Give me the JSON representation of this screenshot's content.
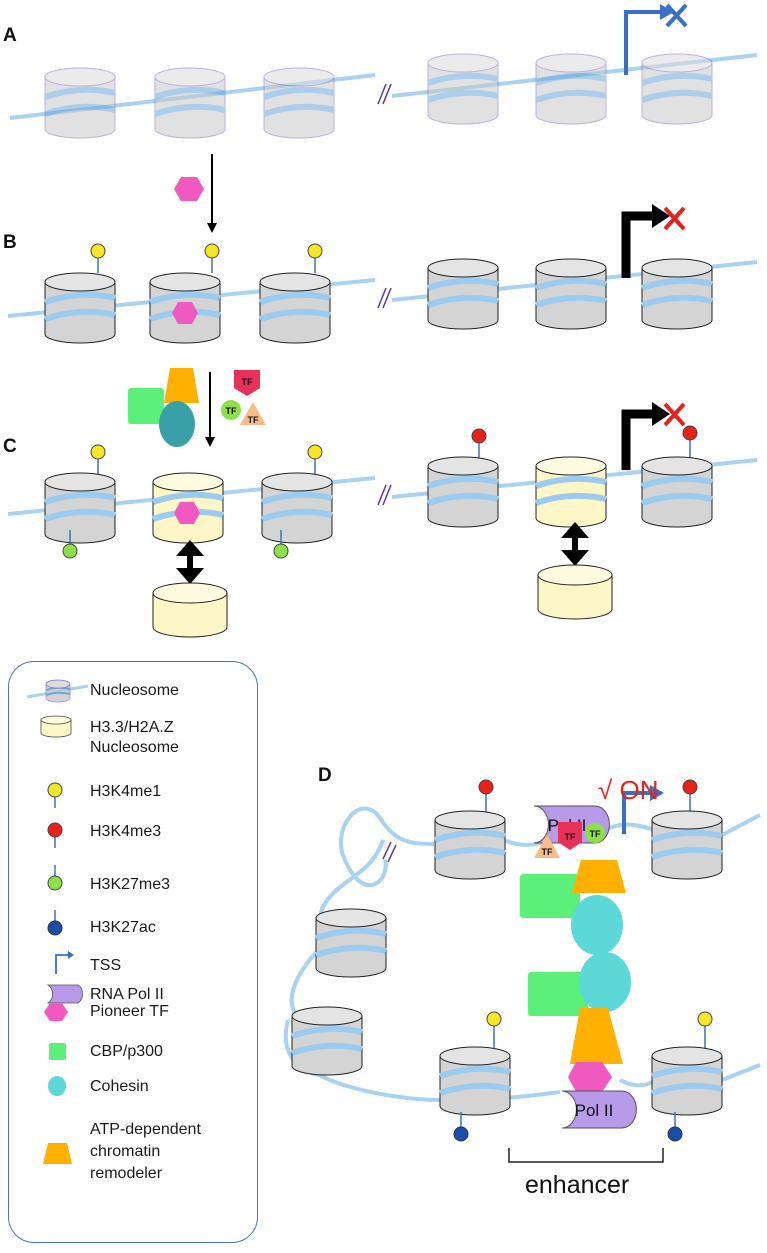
{
  "panels": {
    "a": "A",
    "b": "B",
    "c": "C",
    "d": "D"
  },
  "tf_badge": "TF",
  "pol2_label": "Pol II",
  "on_label": "√ ON",
  "enhancer_label": "enhancer",
  "legend": {
    "nucleosome": "Nucleosome",
    "variant_line1": "H3.3/H2A.Z",
    "variant_line2": "Nucleosome",
    "h3k4me1": "H3K4me1",
    "h3k4me3": "H3K4me3",
    "h3k27me3": "H3K27me3",
    "h3k27ac": "H3K27ac",
    "tss": "TSS",
    "pol2": "RNA Pol II",
    "pioneer": "Pioneer TF",
    "cbp": "CBP/p300",
    "cohesin": "Cohesin",
    "remodeler_line1": "ATP-dependent",
    "remodeler_line2": "chromatin",
    "remodeler_line3": "remodeler"
  },
  "colors": {
    "dna": "#a9d1f0",
    "nucleosome_gray": "#d4d4d4",
    "nucleosome_variant": "#fdf7c8",
    "h3k4me1": "#f5e62a",
    "h3k4me3": "#e8221b",
    "h3k27me3": "#8ee04a",
    "h3k27ac": "#1a4ea8",
    "pioneer": "#f05ac0",
    "cbp": "#5cf07a",
    "cohesin": "#5cd8d8",
    "remodeler": "#ffb000",
    "pol2": "#b79be8",
    "tss_blue": "#3a6fc8",
    "tf_red": "#e8305a",
    "tf_green": "#8ee04a",
    "tf_orange": "#f7bc8a",
    "on_red": "#e8221b"
  }
}
